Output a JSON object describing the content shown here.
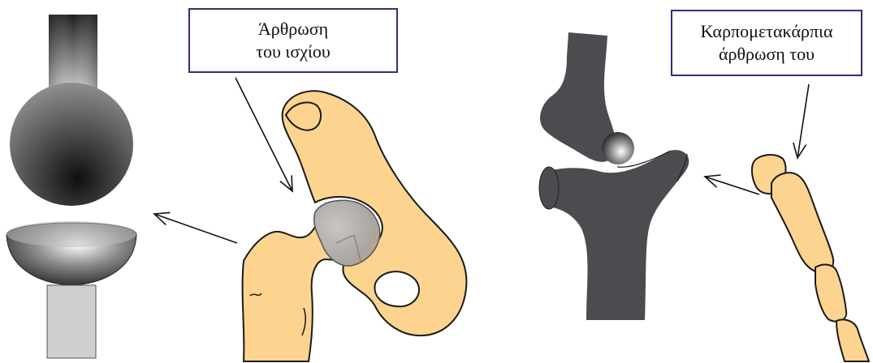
{
  "labels": {
    "hip_joint": {
      "line1": "Άρθρωση",
      "line2": "του ισχίου"
    },
    "cmc_joint": {
      "line1": "Καρπομετακάρπια",
      "line2": "άρθρωση του"
    }
  },
  "colors": {
    "bone": "#fcd48f",
    "bone_outline": "#1a1a1a",
    "dark_bone": "#4a4c4f",
    "box_border": "#3a2a78"
  }
}
